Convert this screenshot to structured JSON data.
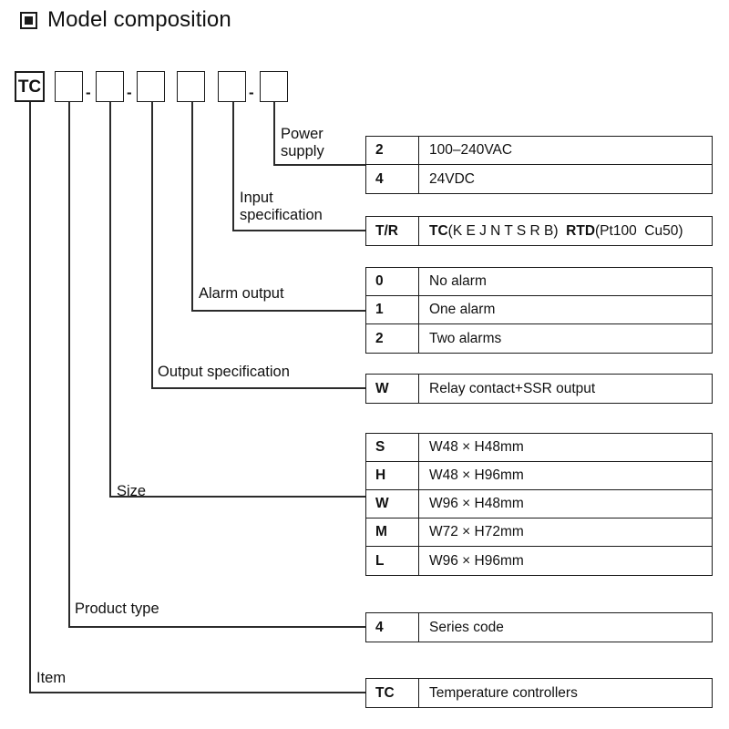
{
  "header": {
    "marker_icon": "filled-square-bullet-icon",
    "title": "Model composition"
  },
  "model_code": {
    "segments": [
      {
        "label": "TC",
        "filled": true
      },
      {
        "label": "",
        "filled": false
      },
      {
        "label": "",
        "filled": false
      },
      {
        "label": "",
        "filled": false
      },
      {
        "label": "",
        "filled": false
      },
      {
        "label": "",
        "filled": false
      },
      {
        "label": "",
        "filled": false
      }
    ],
    "separators": [
      "-",
      "-",
      "-"
    ]
  },
  "branches": [
    {
      "id": "power-supply",
      "caption": "Power\nsupply"
    },
    {
      "id": "input-specification",
      "caption": "Input\nspecification"
    },
    {
      "id": "alarm-output",
      "caption": "Alarm output"
    },
    {
      "id": "output-specification",
      "caption": "Output specification"
    },
    {
      "id": "size",
      "caption": "Size"
    },
    {
      "id": "product-type",
      "caption": "Product type"
    },
    {
      "id": "item",
      "caption": "Item"
    }
  ],
  "tables": {
    "power_supply": {
      "name": "power-supply-table",
      "rows": [
        {
          "code": "2",
          "desc": "100–240VAC"
        },
        {
          "code": "4",
          "desc": "24VDC"
        }
      ]
    },
    "input_specification": {
      "name": "input-specification-table",
      "rows": [
        {
          "code": "T/R",
          "desc": "TC(K E J N T S R B)  RTD(Pt100  Cu50)",
          "desc_html": "<b>TC</b>(K E J N T S R B)&nbsp;&nbsp;<b>RTD</b>(Pt100&nbsp; Cu50)"
        }
      ]
    },
    "alarm_output": {
      "name": "alarm-output-table",
      "rows": [
        {
          "code": "0",
          "desc": "No alarm"
        },
        {
          "code": "1",
          "desc": "One alarm"
        },
        {
          "code": "2",
          "desc": "Two alarms"
        }
      ]
    },
    "output_specification": {
      "name": "output-specification-table",
      "rows": [
        {
          "code": "W",
          "desc": "Relay contact+SSR output"
        }
      ]
    },
    "size": {
      "name": "size-table",
      "rows": [
        {
          "code": "S",
          "desc": "W48 × H48mm"
        },
        {
          "code": "H",
          "desc": "W48 × H96mm"
        },
        {
          "code": "W",
          "desc": "W96 × H48mm"
        },
        {
          "code": "M",
          "desc": "W72 × H72mm"
        },
        {
          "code": "L",
          "desc": "W96 × H96mm"
        }
      ]
    },
    "product_type": {
      "name": "product-type-table",
      "rows": [
        {
          "code": "4",
          "desc": "Series code"
        }
      ]
    },
    "item": {
      "name": "item-table",
      "rows": [
        {
          "code": "TC",
          "desc": "Temperature controllers"
        }
      ]
    }
  },
  "colors": {
    "line": "#2b2b2b",
    "border": "#1a1a1a",
    "text": "#111111",
    "background": "#ffffff"
  }
}
